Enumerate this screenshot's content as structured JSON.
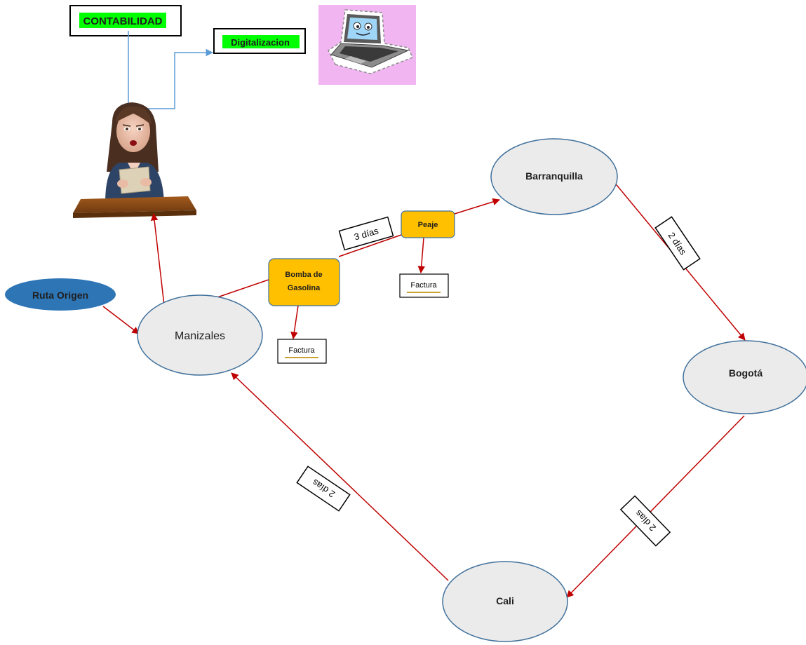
{
  "contabilidad": {
    "label": "CONTABILIDAD",
    "highlight": "#00ff00"
  },
  "digitalizacion": {
    "label": "Digitalizacion",
    "highlight": "#00ff00"
  },
  "ruta_origen": {
    "label": "Ruta Origen",
    "color": "#2e75b6"
  },
  "cities": {
    "manizales": "Manizales",
    "barranquilla": "Barranquilla",
    "bogota": "Bogotá",
    "cali": "Cali"
  },
  "stops": {
    "bomba": {
      "line1": "Bomba de",
      "line2": "Gasolina",
      "color": "#ffc000"
    },
    "peaje": {
      "label": "Peaje",
      "color": "#ffc000"
    }
  },
  "factura": {
    "label_1": "Factura",
    "label_2": "Factura"
  },
  "durations": {
    "manizales_barranquilla": "3 días",
    "barranquilla_bogota": "2 días",
    "bogota_cali": "2 días",
    "cali_manizales": "2 días"
  },
  "colors": {
    "route_arrow": "#c00000",
    "flow_arrow": "#5b9bd5",
    "city_fill": "#ebebeb",
    "city_stroke": "#41719c",
    "laptop_bg": "#f1b6f1"
  },
  "illustrations": [
    "accountant-woman-icon",
    "laptop-icon"
  ]
}
